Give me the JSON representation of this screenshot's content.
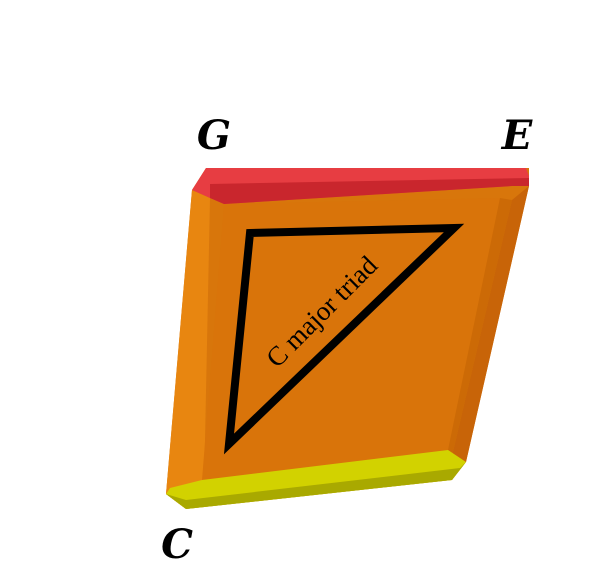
{
  "corners": {
    "top_left": "G",
    "top_right": "E",
    "bottom_left": "C"
  },
  "triangle_label": "C major triad",
  "colors": {
    "tile_face": "#d9740a",
    "tile_bevel": "#e8810e",
    "tile_shadow": "#bf5c05",
    "top_edge": "#e83a3e",
    "top_edge_dark": "#c8252c",
    "bottom_edge": "#cfcf00",
    "bottom_edge_dark": "#a8a800",
    "triangle_stroke": "#000000"
  }
}
